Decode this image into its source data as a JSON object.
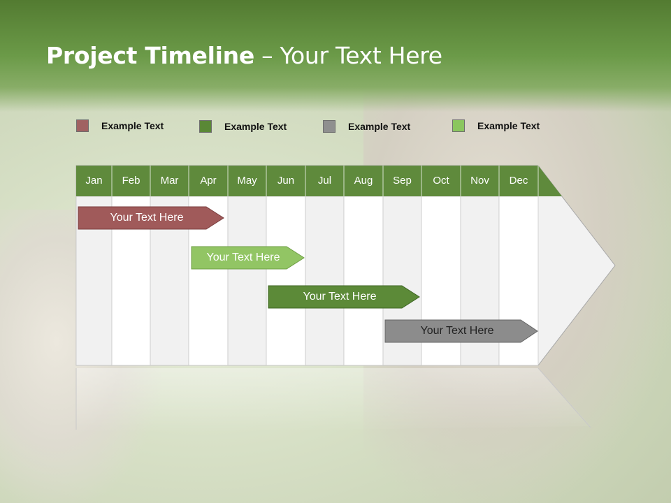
{
  "slide": {
    "title_bold": "Project Timeline",
    "title_rest": " – Your Text Here"
  },
  "legend": [
    {
      "label": "Example Text",
      "color": "#a06262"
    },
    {
      "label": "Example Text",
      "color": "#5a8836"
    },
    {
      "label": "Example Text",
      "color": "#8f8f8f"
    },
    {
      "label": "Example Text",
      "color": "#8bc65f"
    }
  ],
  "timeline": {
    "months": [
      "Jan",
      "Feb",
      "Mar",
      "Apr",
      "May",
      "Jun",
      "Jul",
      "Aug",
      "Sep",
      "Oct",
      "Nov",
      "Dec"
    ],
    "header_color": "#5f8a3c",
    "tasks": [
      {
        "label": "Your  Text Here",
        "color": "#a05a5a",
        "text_color": "#ffffff"
      },
      {
        "label": "Your  Text Here",
        "color": "#92c564",
        "text_color": "#ffffff"
      },
      {
        "label": "Your  Text Here",
        "color": "#5c8a38",
        "text_color": "#ffffff"
      },
      {
        "label": "Your  Text Here",
        "color": "#8c8c8c",
        "text_color": "#222222"
      }
    ]
  }
}
